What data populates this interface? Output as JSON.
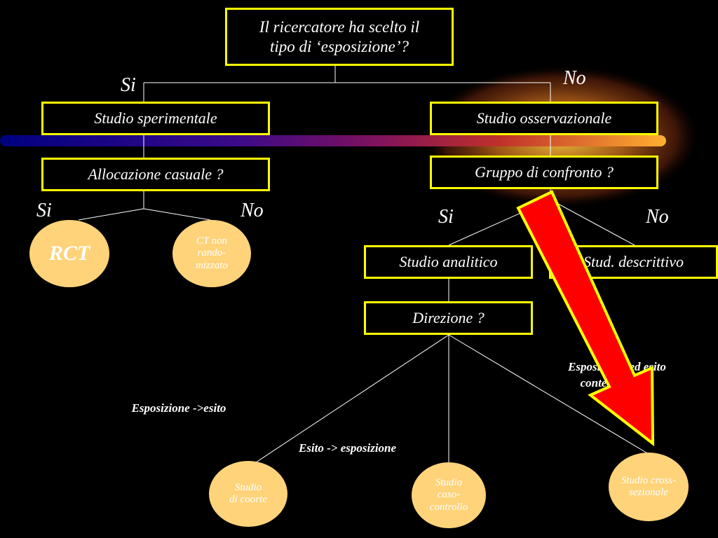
{
  "colors": {
    "background": "#000000",
    "box_border": "#ffff00",
    "oval_fill": "#ffd37a",
    "arrow_fill": "#ff0000",
    "connector": "#ffffff"
  },
  "question_box": {
    "text": "Il ricercatore ha scelto il\ntipo di ‘esposizione’?"
  },
  "branch_root": {
    "yes": "Si",
    "no": "No"
  },
  "left": {
    "box1": "Studio sperimentale",
    "box2": "Allocazione casuale ?",
    "yes": "Si",
    "no": "No",
    "oval_rct": "RCT",
    "oval_ct": "CT non\nrando-\nmizzato"
  },
  "right": {
    "box1": "Studio osservazionale",
    "box2": "Gruppo di confronto ?",
    "yes": "Si",
    "no": "No",
    "box_analitico": "Studio analitico",
    "box_descrittivo": "Stud. descrittivo",
    "box_direzione": "Direzione ?"
  },
  "notes": {
    "espo_esito": "Esposizione ->esito",
    "esito_espo": "Esito -> esposizione",
    "contemporanei": "Esposizione ed esito\ncontemporanei"
  },
  "ovals_bottom": {
    "coorte": "Studio\ndi coorte",
    "caso": "Studio\ncaso-\ncontrollo",
    "cross": "Studio cross-\nsezionale"
  }
}
